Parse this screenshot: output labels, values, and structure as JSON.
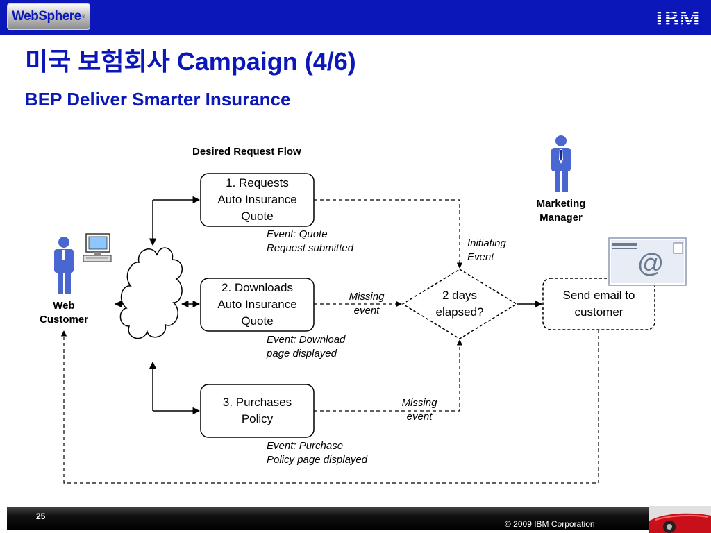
{
  "header": {
    "product_logo": "WebSphere",
    "product_logo_mark": "®",
    "company_logo": "IBM"
  },
  "title": "미국 보험회사 Campaign (4/6)",
  "subtitle": "BEP Deliver Smarter Insurance",
  "diagram": {
    "heading": "Desired Request Flow",
    "actors": {
      "customer": [
        "Web",
        "Customer"
      ],
      "manager": [
        "Marketing",
        "Manager"
      ]
    },
    "steps": [
      {
        "lines": [
          "1.  Requests",
          "Auto Insurance",
          "Quote"
        ],
        "event": [
          "Event: Quote",
          "Request submitted"
        ]
      },
      {
        "lines": [
          "2. Downloads",
          "Auto Insurance",
          "Quote"
        ],
        "event": [
          "Event: Download",
          "page displayed"
        ]
      },
      {
        "lines": [
          "3. Purchases",
          "Policy"
        ],
        "event": [
          "Event: Purchase",
          "Policy page displayed"
        ]
      }
    ],
    "decision": [
      "2 days",
      "elapsed?"
    ],
    "action": [
      "Send email to",
      "customer"
    ],
    "initiating": [
      "Initiating",
      "Event"
    ],
    "missing": [
      "Missing",
      "event"
    ],
    "email_icon": "@"
  },
  "footer": {
    "page_number": "25",
    "copyright": "© 2009 IBM Corporation"
  },
  "colors": {
    "brand_blue": "#0b17b8",
    "person_blue": "#4a66d0",
    "footer_black": "#000000"
  }
}
